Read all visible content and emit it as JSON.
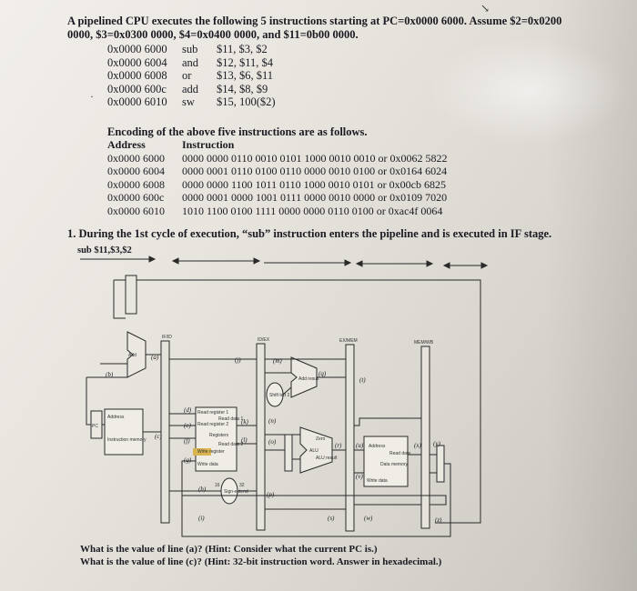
{
  "problem": {
    "intro": "A pipelined CPU executes the following 5 instructions starting at PC=0x0000 6000. Assume $2=0x0200 0000, $3=0x0300 0000, $4=0x0400 0000, and $11=0b00 0000.",
    "instructions": [
      {
        "addr": "0x0000 6000",
        "op": "sub",
        "args": "$11, $3, $2"
      },
      {
        "addr": "0x0000 6004",
        "op": "and",
        "args": "$12, $11, $4"
      },
      {
        "addr": "0x0000 6008",
        "op": "or",
        "args": "$13, $6, $11"
      },
      {
        "addr": "0x0000 600c",
        "op": "add",
        "args": "$14, $8, $9"
      },
      {
        "addr": "0x0000 6010",
        "op": "sw",
        "args": "$15, 100($2)"
      }
    ]
  },
  "encoding": {
    "heading": "Encoding of the above five instructions are as follows.",
    "col_address": "Address",
    "col_instruction": "Instruction",
    "rows": [
      {
        "addr": "0x0000 6000",
        "code": "0000 0000 0110 0010 0101 1000 0010 0010 or 0x0062 5822"
      },
      {
        "addr": "0x0000 6004",
        "code": "0000 0001 0110 0100 0110 0000 0010 0100 or 0x0164 6024"
      },
      {
        "addr": "0x0000 6008",
        "code": "0000 0000 1100 1011 0110 1000 0010 0101 or 0x00cb 6825"
      },
      {
        "addr": "0x0000 600c",
        "code": "0000 0001 0000 1001 0111 0000 0010 0000 or 0x0109 7020"
      },
      {
        "addr": "0x0000 6010",
        "code": "1010 1100 0100 1111 0000 0000 0110 0100 or 0xac4f 0064"
      }
    ]
  },
  "question": {
    "text": "1. During the 1st cycle of execution, “sub” instruction enters the pipeline and is executed in IF stage.",
    "sub_label": "sub $11,$3,$2",
    "qa": "What is the value of line (a)? (Hint: Consider what the current PC is.)",
    "qc": "What is the value of line (c)? (Hint: 32-bit instruction word. Answer in hexadecimal.)"
  },
  "diagram": {
    "stage_regs": [
      "IF/ID",
      "ID/EX",
      "EX/MEM",
      "MEM/WB"
    ],
    "line_labels": [
      "(a)",
      "(b)",
      "(c)",
      "(d)",
      "(e)",
      "(f)",
      "(g)",
      "(h)",
      "(i)",
      "(j)",
      "(k)",
      "(l)",
      "(m)",
      "(n)",
      "(o)",
      "(p)",
      "(q)",
      "(r)",
      "(s)",
      "(t)",
      "(u)",
      "(v)",
      "(w)",
      "(x)",
      "(y)",
      "(z)"
    ],
    "blocks": {
      "pc": "PC",
      "add": "Add",
      "address": "Address",
      "imem": "Instruction memory",
      "read_reg1": "Read register 1",
      "read_reg2": "Read register 2",
      "write_reg": "Write register",
      "write_data": "Write data",
      "registers": "Registers",
      "read_data1": "Read data 1",
      "read_data2": "Read data 2",
      "sign_extend": "Sign-extend",
      "shift_left2": "Shift left 2",
      "add_result": "Add result",
      "alu": "ALU",
      "alu_result": "ALU result",
      "zero": "Zero",
      "dmem_address": "Address",
      "dmem_read_data": "Read data",
      "dmem_write_data": "Write data",
      "dmem": "Data memory",
      "num_16": "16",
      "num_32": "32"
    }
  },
  "colors": {
    "ink": "#1c1a22",
    "paper": "#ece8e3",
    "wire": "#2a2a2a",
    "highlight": "#d9b451"
  }
}
